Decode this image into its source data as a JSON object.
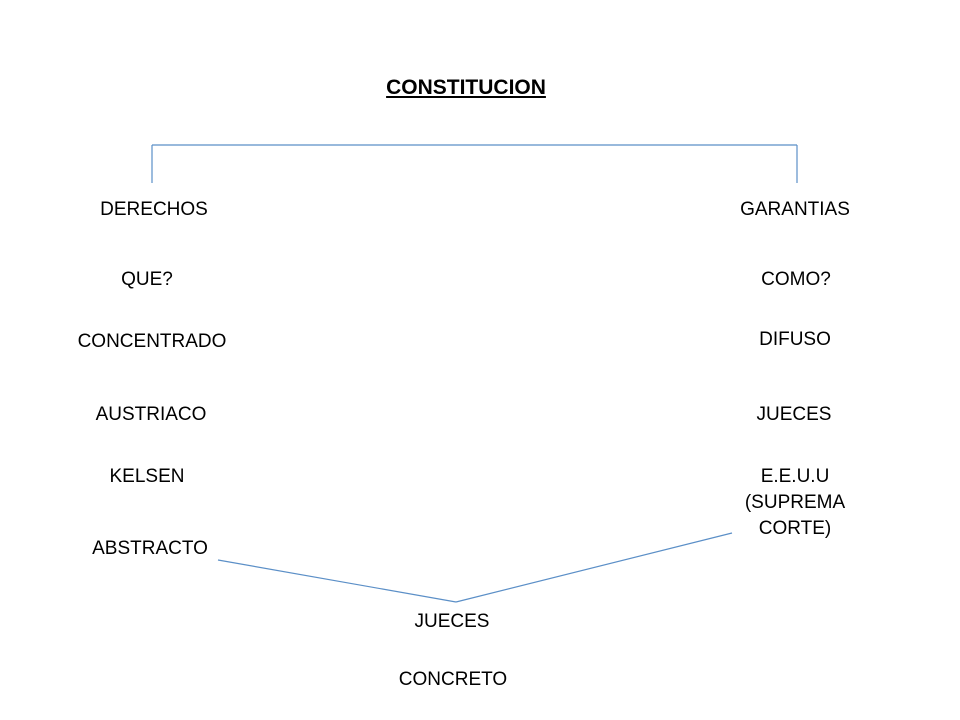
{
  "title": "CONSTITUCION",
  "left": {
    "heading": "DERECHOS",
    "question": "QUE?",
    "system": "CONCENTRADO",
    "origin": "AUSTRIACO",
    "author": "KELSEN",
    "control": "ABSTRACTO"
  },
  "right": {
    "heading": "GARANTIAS",
    "question": "COMO?",
    "system": "DIFUSO",
    "organ": "JUECES",
    "origin_line1": "E.E.U.U",
    "origin_line2": "(SUPREMA",
    "origin_line3": "CORTE)"
  },
  "bottom": {
    "organ": "JUECES",
    "control": "CONCRETO"
  },
  "colors": {
    "line": "#5b8fc7",
    "text": "#000000"
  }
}
